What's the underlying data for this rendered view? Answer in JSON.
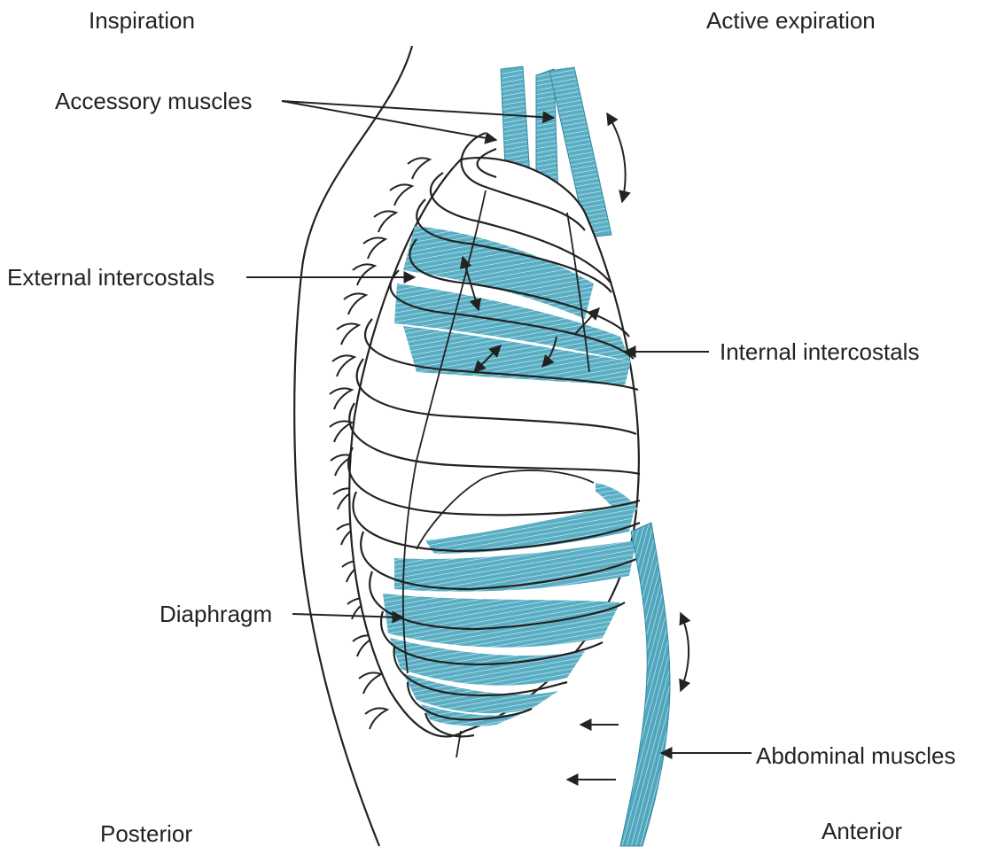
{
  "labels": {
    "inspiration": "Inspiration",
    "active_expiration": "Active expiration",
    "accessory_muscles": "Accessory muscles",
    "external_intercostals": "External intercostals",
    "internal_intercostals": "Internal intercostals",
    "diaphragm": "Diaphragm",
    "abdominal_muscles": "Abdominal muscles",
    "posterior": "Posterior",
    "anterior": "Anterior"
  },
  "colors": {
    "muscle": "#5aaec4",
    "muscle_dark": "#2f8ba5",
    "outline": "#222222"
  }
}
